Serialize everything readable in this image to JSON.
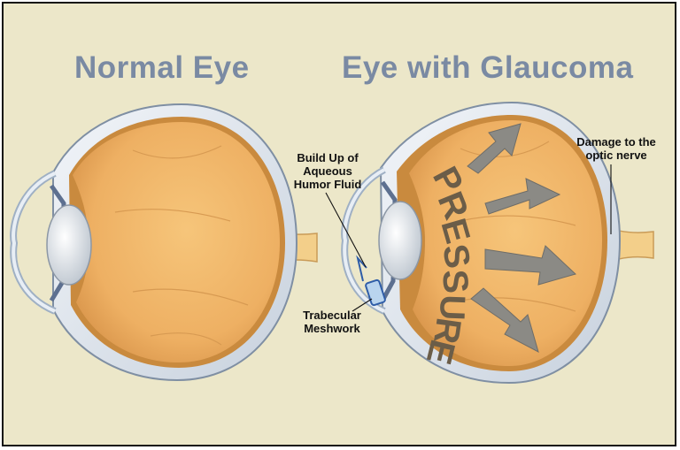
{
  "titles": {
    "normal": "Normal Eye",
    "glaucoma": "Eye with Glaucoma"
  },
  "labels": {
    "buildup": [
      "Build Up of",
      "Aqueous",
      "Humor Fluid"
    ],
    "damage": [
      "Damage to the",
      "optic nerve"
    ],
    "trabecular": [
      "Trabecular",
      "Meshwork"
    ],
    "pressure": "PRESSURE"
  },
  "colors": {
    "background": "#ece7c9",
    "title": "#7a8aa3",
    "vitreous": "#f0b86a",
    "sclera": "#dfe6ef",
    "arrow": "#8b8a85",
    "pressure_text": "#6b5d48"
  }
}
